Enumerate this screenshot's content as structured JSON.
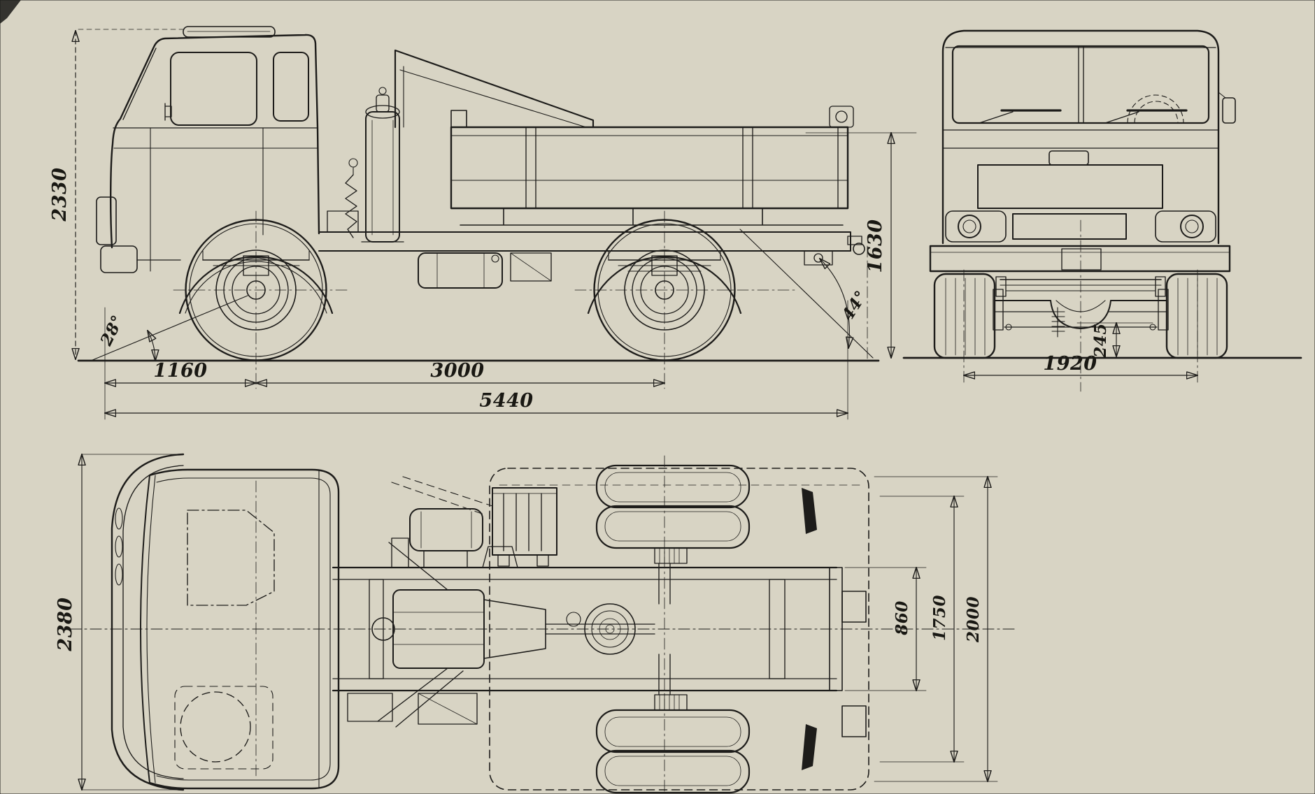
{
  "diagram": {
    "paper_color": "#f6f2e2",
    "ink_color": "#1d1c1a",
    "side_view": {
      "overall_height": "2330",
      "front_overhang": "1160",
      "wheelbase": "3000",
      "overall_length": "5440",
      "approach_angle": "28°",
      "tipping_angle": "44°"
    },
    "front_view": {
      "platform_height": "1630",
      "ground_clearance": "245",
      "track_width": "1920"
    },
    "top_view": {
      "overall_width": "2380",
      "frame_width": "860",
      "inner_track": "1750",
      "rear_width": "2000"
    }
  }
}
